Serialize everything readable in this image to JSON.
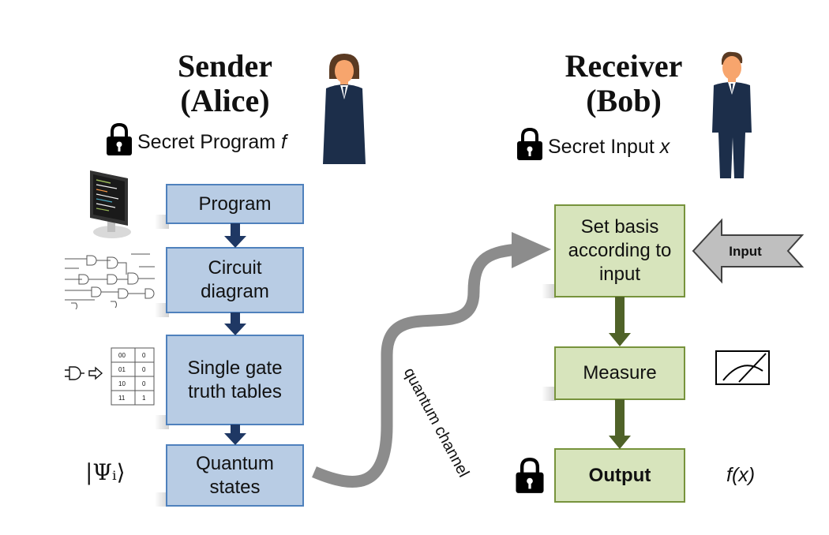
{
  "sender": {
    "title_line1": "Sender",
    "title_line2": "(Alice)",
    "secret_label": "Secret Program ",
    "secret_var": "f"
  },
  "receiver": {
    "title_line1": "Receiver",
    "title_line2": "(Bob)",
    "secret_label": "Secret Input  ",
    "secret_var": "x"
  },
  "alice_steps": [
    "Program",
    "Circuit diagram",
    "Single gate truth tables",
    "Quantum states"
  ],
  "bob_steps": [
    "Set basis according to input",
    "Measure",
    "Output"
  ],
  "channel_label": "quantum channel",
  "input_arrow_label": "Input",
  "output_value": "f(x)",
  "psi_label": "|Ψᵢ⟩",
  "truth_table": [
    [
      "00",
      "0"
    ],
    [
      "01",
      "0"
    ],
    [
      "10",
      "0"
    ],
    [
      "11",
      "1"
    ]
  ],
  "colors": {
    "blue_fill": "#b8cce4",
    "blue_border": "#4f81bd",
    "green_fill": "#d7e4bc",
    "green_border": "#77933c",
    "dark_blue_arrow": "#1f3864",
    "dark_green_arrow": "#4f6228",
    "channel": "#8c8c8c"
  }
}
